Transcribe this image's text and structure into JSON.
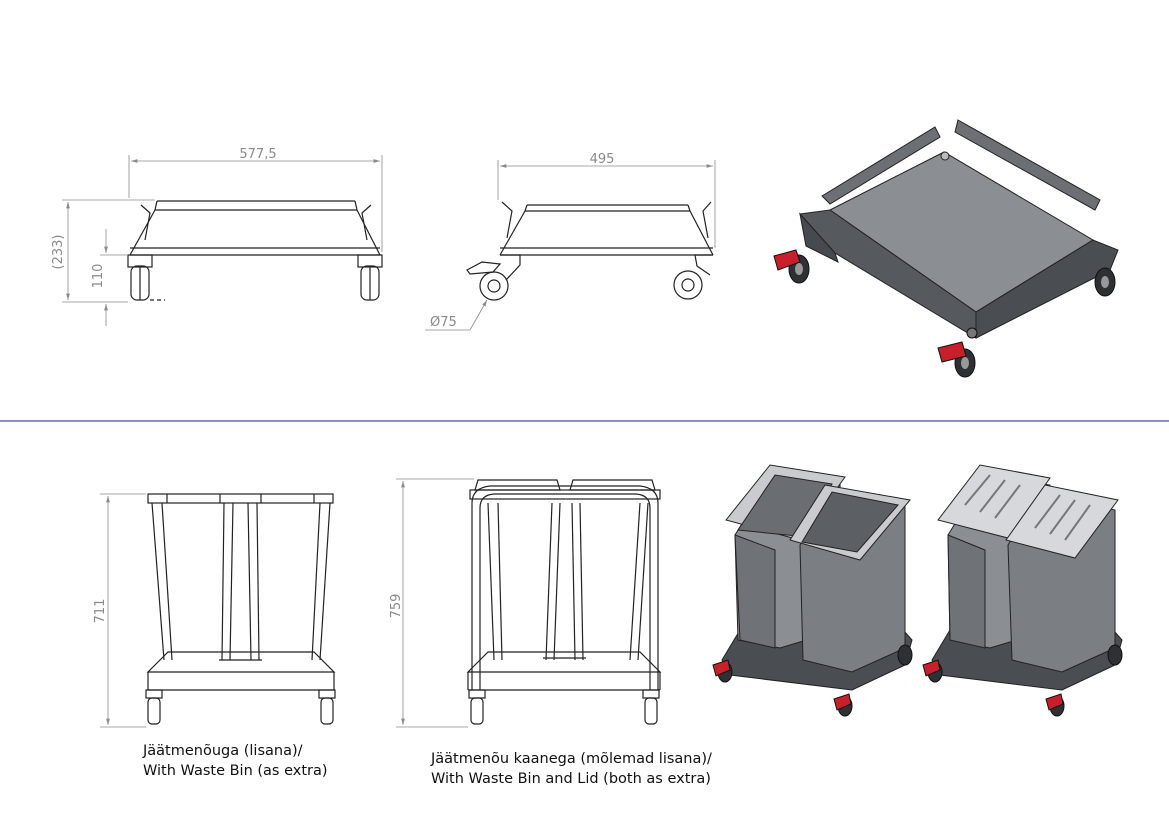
{
  "top_views": {
    "front_width": "577,5",
    "front_height_total": "(233)",
    "front_height_frame": "110",
    "side_width": "495",
    "wheel_diameter": "Ø75"
  },
  "bottom_views": {
    "bin_height": "711",
    "bin_lid_height": "759"
  },
  "captions": {
    "waste_bin_line1": "Jäätmenõuga (lisana)/",
    "waste_bin_line2": "With Waste Bin (as extra)",
    "waste_bin_lid_line1": "Jäätmenõu kaanega (mõlemad lisana)/",
    "waste_bin_lid_line2": "With Waste Bin and Lid (both as extra)"
  },
  "colors": {
    "divider": "#1a1aa6",
    "steel_dark": "#56595e",
    "steel_light": "#8b8e93",
    "brake_red": "#c8202a"
  }
}
